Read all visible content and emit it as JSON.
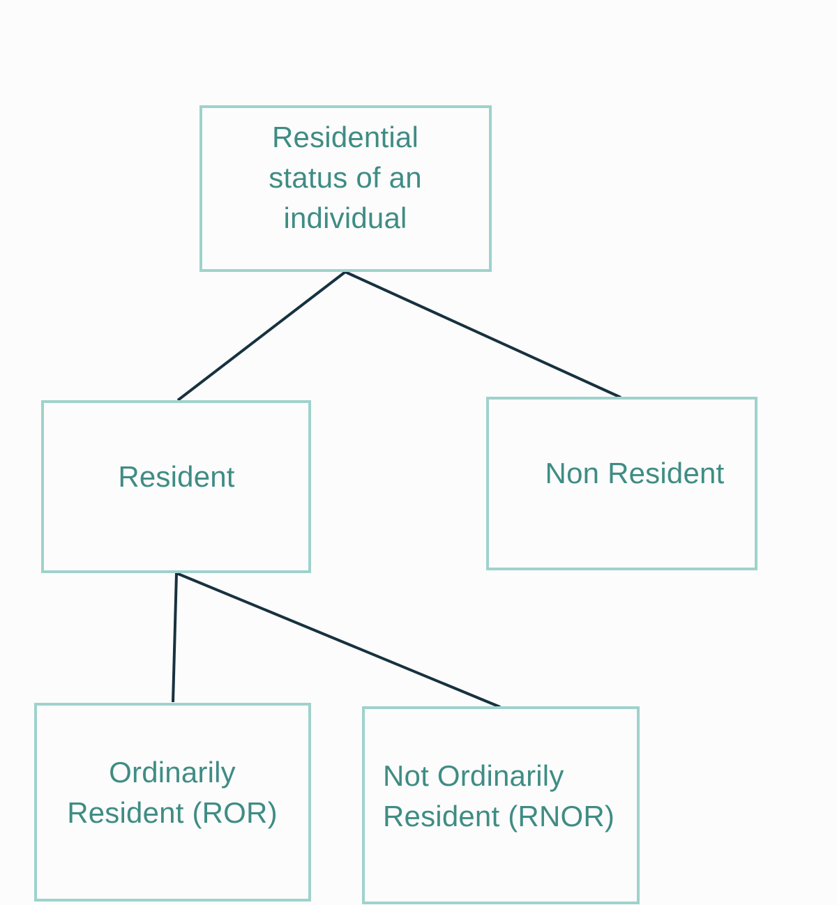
{
  "diagram": {
    "colors": {
      "box_border": "#9fd2cc",
      "text": "#3f8c84",
      "connector": "#17313f",
      "background": "#fcfcfc"
    },
    "nodes": {
      "root": {
        "label": "Residential\nstatus of an\nindividual"
      },
      "resident": {
        "label": "Resident"
      },
      "non_resident": {
        "label": "Non Resident"
      },
      "ror": {
        "label": "Ordinarily\nResident (ROR)"
      },
      "rnor": {
        "label": "Not Ordinarily\nResident (RNOR)"
      }
    },
    "edges": [
      {
        "from": "root",
        "to": "resident"
      },
      {
        "from": "root",
        "to": "non_resident"
      },
      {
        "from": "resident",
        "to": "ror"
      },
      {
        "from": "resident",
        "to": "rnor"
      }
    ]
  }
}
